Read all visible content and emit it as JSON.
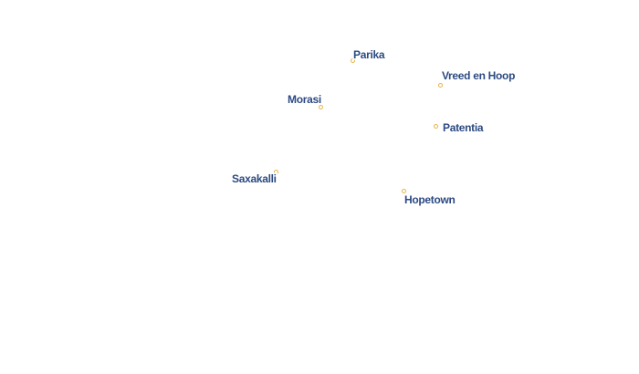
{
  "map": {
    "marker_color": "#e8b447",
    "label_color": "#2c4a82",
    "places": [
      {
        "id": "parika",
        "name": "Parika"
      },
      {
        "id": "vreed-en-hoop",
        "name": "Vreed en Hoop"
      },
      {
        "id": "morasi",
        "name": "Morasi"
      },
      {
        "id": "patentia",
        "name": "Patentia"
      },
      {
        "id": "saxakalli",
        "name": "Saxakalli"
      },
      {
        "id": "hopetown",
        "name": "Hopetown"
      }
    ]
  }
}
